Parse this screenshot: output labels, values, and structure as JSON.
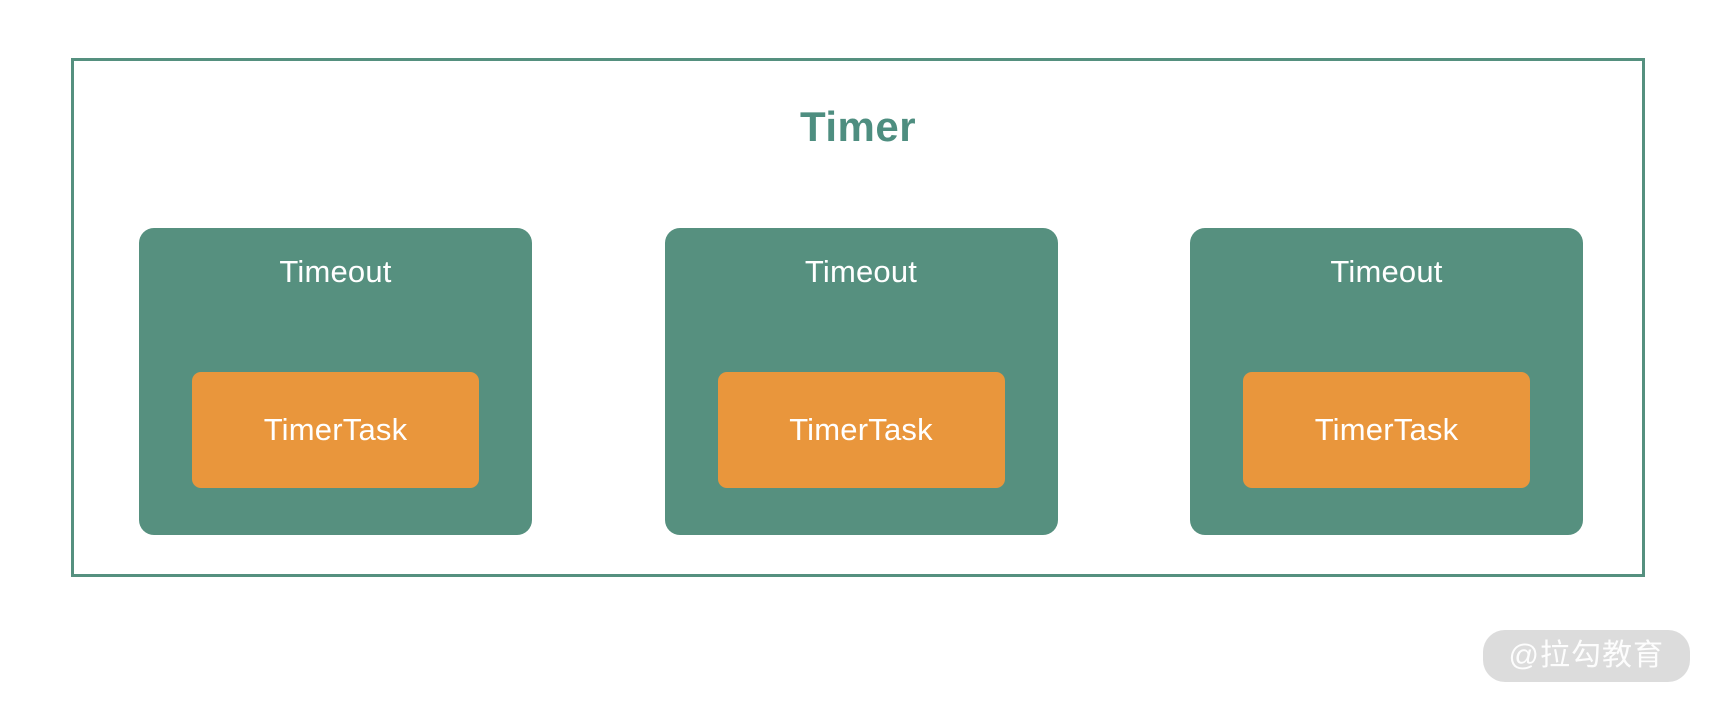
{
  "diagram": {
    "title": "Timer",
    "frame_border_color": "#55907F",
    "title_color": "#4E8E80",
    "background_color": "#FFFFFF",
    "card_color": "#56907F",
    "task_color": "#E9963C",
    "label_color": "#FFFFFF",
    "cards": [
      {
        "label": "Timeout",
        "task": "TimerTask"
      },
      {
        "label": "Timeout",
        "task": "TimerTask"
      },
      {
        "label": "Timeout",
        "task": "TimerTask"
      }
    ]
  },
  "watermark": {
    "text": "@拉勾教育",
    "pill_color": "#DCDCDC",
    "text_color": "#FDFDFD"
  }
}
